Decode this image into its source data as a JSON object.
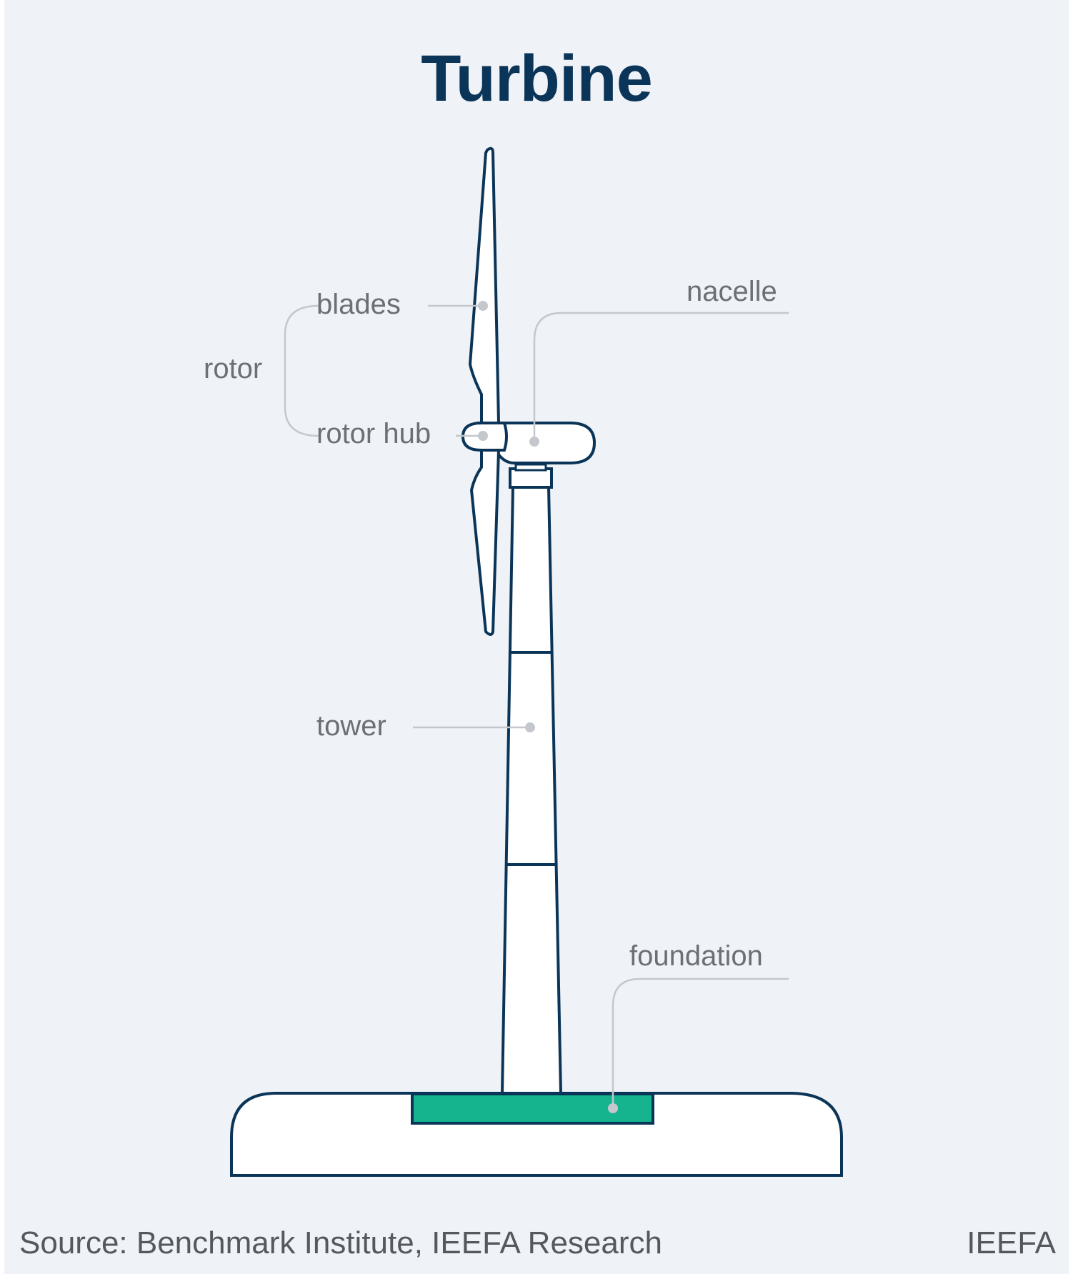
{
  "title": "Turbine",
  "labels": {
    "blades": "blades",
    "rotor": "rotor",
    "rotor_hub": "rotor hub",
    "nacelle": "nacelle",
    "tower": "tower",
    "foundation": "foundation"
  },
  "footer": {
    "source": "Source: Benchmark Institute, IEEFA Research",
    "brand": "IEEFA"
  },
  "colors": {
    "background": "#eff2f7",
    "title": "#0b3558",
    "outline": "#0b3558",
    "foundation_fill": "#15b48e",
    "leader_line": "#c4c7cc"
  }
}
